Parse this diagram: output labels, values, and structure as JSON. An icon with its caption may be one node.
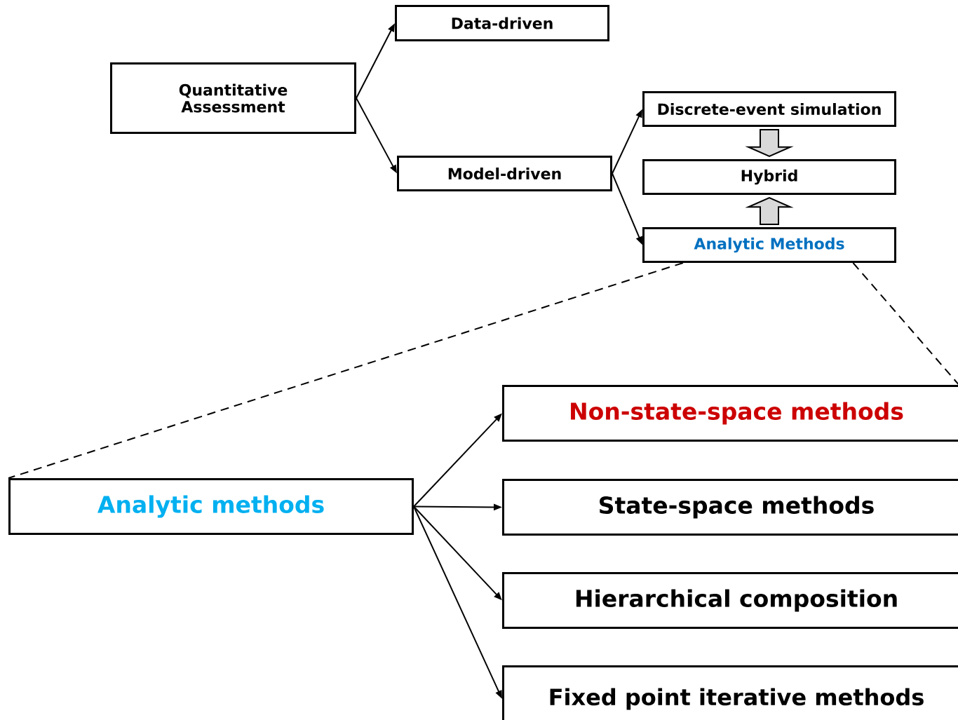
{
  "diagram": {
    "nodes": [
      {
        "text": [
          "Quantitative Assessment"
        ]
      },
      {
        "text": [
          "Data-driven"
        ]
      },
      {
        "text": [
          "Model-driven"
        ]
      },
      {
        "text": [
          "Discrete-event simulation"
        ]
      },
      {
        "text": [
          "Hybrid"
        ]
      },
      {
        "text": [
          "Analytic Methods"
        ]
      },
      {
        "text": [
          "Analytic methods"
        ]
      },
      {
        "text": [
          "Non-state-space methods"
        ]
      },
      {
        "text": [
          "State-space methods"
        ]
      },
      {
        "text": [
          "Hierarchical composition"
        ]
      },
      {
        "text": [
          "Fixed point iterative methods"
        ]
      }
    ],
    "edges": [
      {
        "from": 0,
        "to": 1,
        "arrow": "to"
      },
      {
        "from": 0,
        "to": 2,
        "arrow": "to"
      },
      {
        "from": 2,
        "to": 3,
        "arrow": "to"
      },
      {
        "from": 2,
        "to": 5,
        "arrow": "to"
      },
      {
        "from": 3,
        "to": 4,
        "arrow": "to",
        "style": "thick",
        "color": "#d9d9d9"
      },
      {
        "from": 5,
        "to": 4,
        "arrow": "to",
        "style": "thick",
        "color": "#d9d9d9"
      },
      {
        "from": 5,
        "to": 6,
        "arrow": "none",
        "style": "dashed"
      },
      {
        "from": 5,
        "to": 7,
        "arrow": "none",
        "style": "dashed"
      },
      {
        "from": 6,
        "to": 7,
        "arrow": "to"
      },
      {
        "from": 6,
        "to": 8,
        "arrow": "to"
      },
      {
        "from": 6,
        "to": 9,
        "arrow": "to"
      },
      {
        "from": 6,
        "to": 10,
        "arrow": "to"
      }
    ]
  }
}
